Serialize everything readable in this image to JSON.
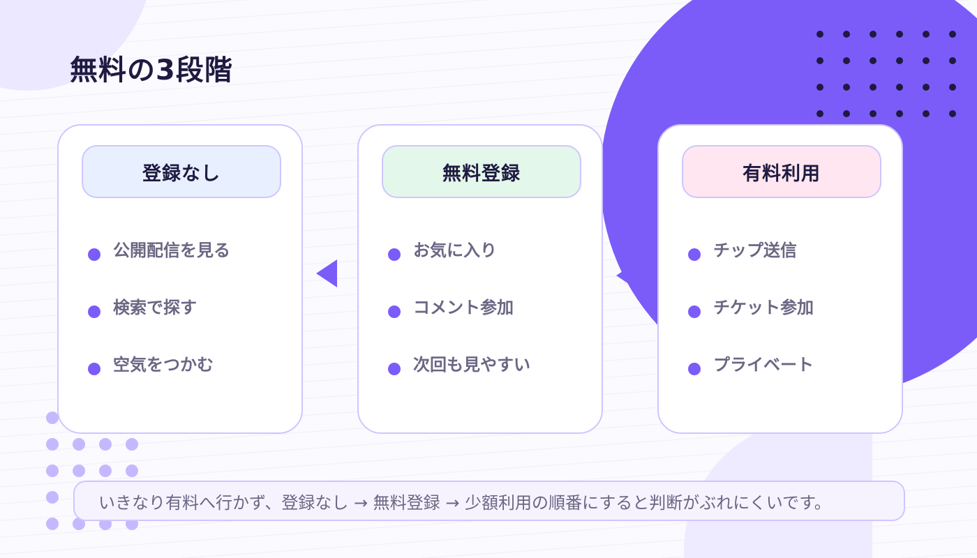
{
  "title": "無料の3段階",
  "colors": {
    "accent": "#7b5cf8",
    "title_text": "#1f1a40",
    "body_text": "#6b6683",
    "border": "#cfc6ff"
  },
  "stages": [
    {
      "name": "登録なし",
      "header_color": "#e8f0ff",
      "items": [
        "公開配信を見る",
        "検索で探す",
        "空気をつかむ"
      ]
    },
    {
      "name": "無料登録",
      "header_color": "#e3f7ea",
      "items": [
        "お気に入り",
        "コメント参加",
        "次回も見やすい"
      ]
    },
    {
      "name": "有料利用",
      "header_color": "#ffe6f0",
      "items": [
        "チップ送信",
        "チケット参加",
        "プライベート"
      ]
    }
  ],
  "note": "いきなり有料へ行かず、登録なし → 無料登録 → 少額利用の順番にすると判断がぶれにくいです。"
}
